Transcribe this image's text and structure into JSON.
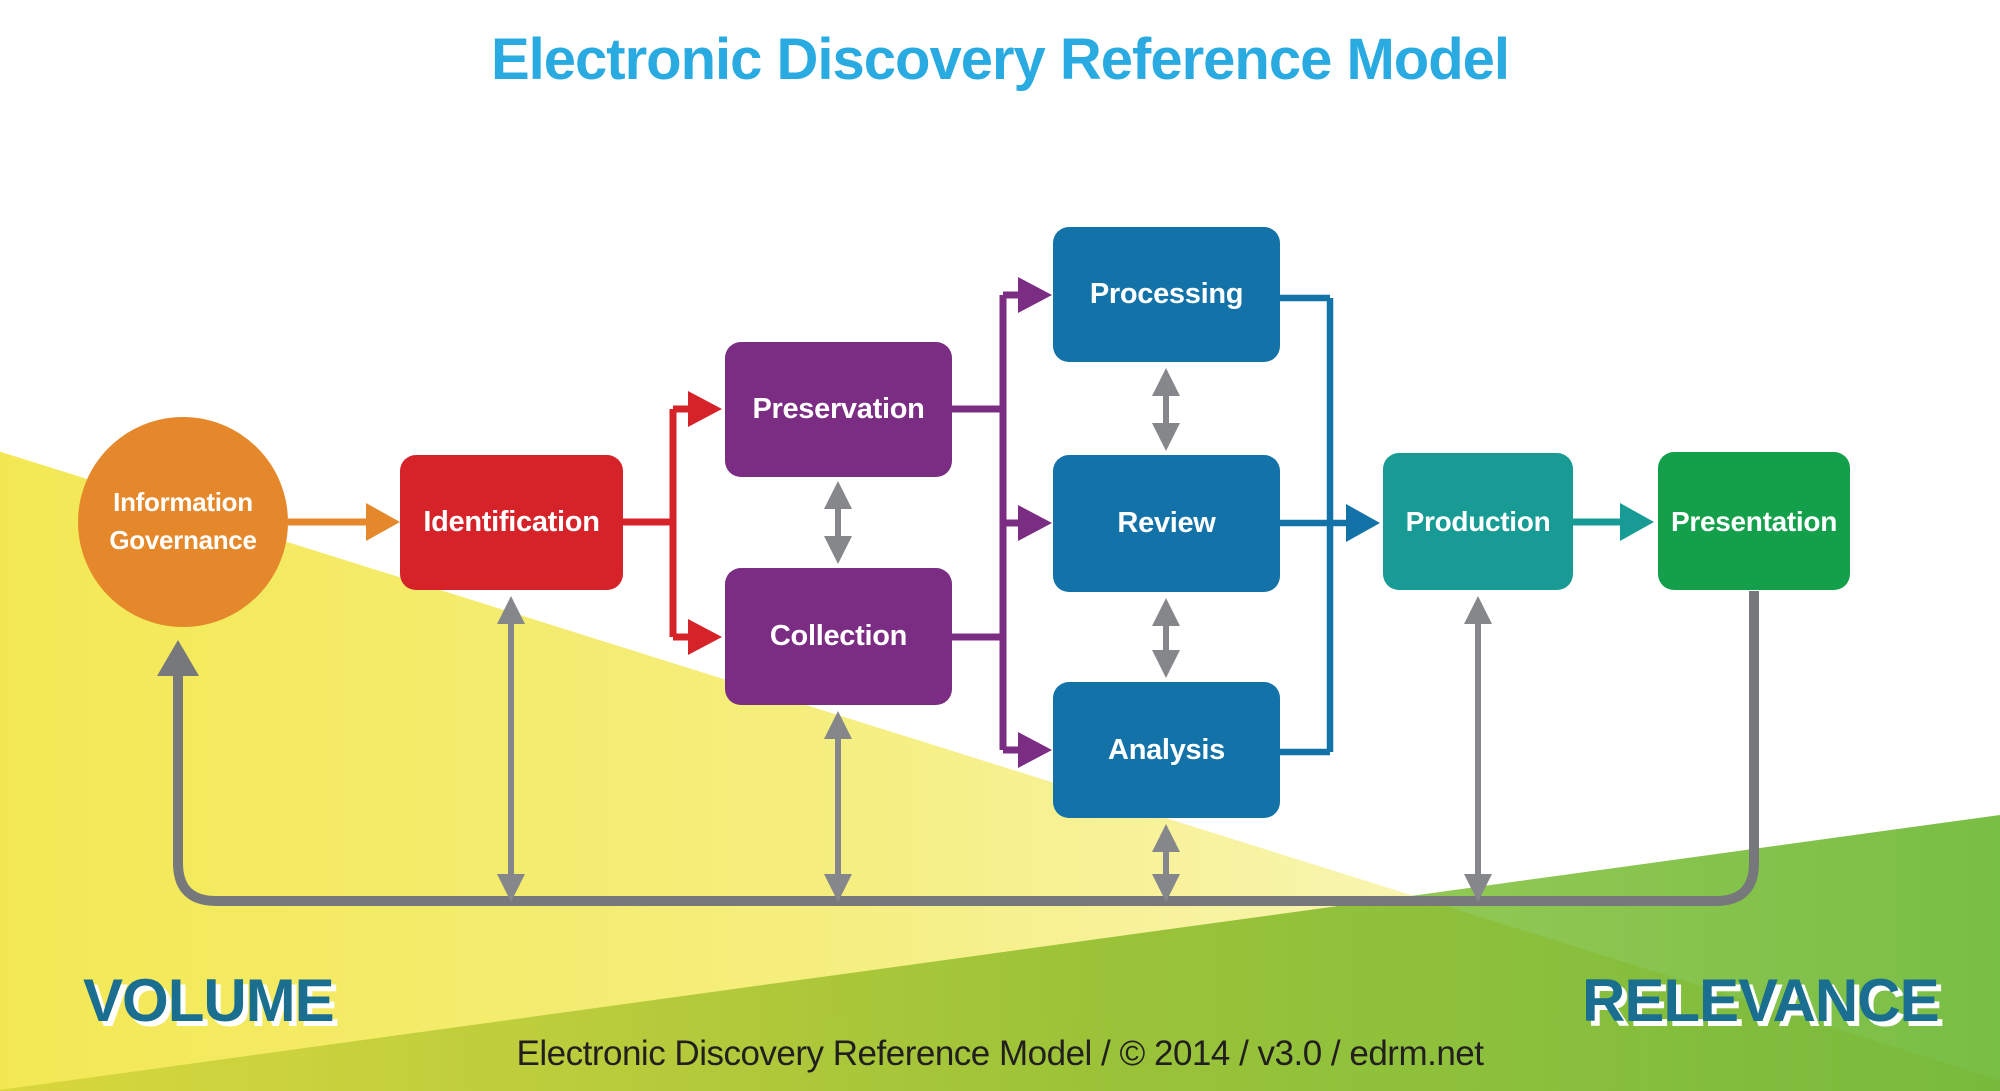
{
  "title": "Electronic Discovery Reference Model",
  "footer": "Electronic Discovery Reference Model / © 2014 / v3.0 / edrm.net",
  "axis": {
    "left_label": "VOLUME",
    "right_label": "RELEVANCE"
  },
  "nodes": {
    "information_governance": {
      "label": "Information Governance",
      "color": "#E5882B",
      "shape": "circle"
    },
    "identification": {
      "label": "Identification",
      "color": "#D6232A",
      "shape": "rounded-rect"
    },
    "preservation": {
      "label": "Preservation",
      "color": "#7B2C83",
      "shape": "rounded-rect"
    },
    "collection": {
      "label": "Collection",
      "color": "#7B2C83",
      "shape": "rounded-rect"
    },
    "processing": {
      "label": "Processing",
      "color": "#1373A9",
      "shape": "rounded-rect"
    },
    "review": {
      "label": "Review",
      "color": "#1373A9",
      "shape": "rounded-rect"
    },
    "analysis": {
      "label": "Analysis",
      "color": "#1373A9",
      "shape": "rounded-rect"
    },
    "production": {
      "label": "Production",
      "color": "#179B94",
      "shape": "rounded-rect"
    },
    "presentation": {
      "label": "Presentation",
      "color": "#14A04A",
      "shape": "rounded-rect"
    }
  },
  "edges": [
    {
      "from": "Information Governance",
      "to": "Identification",
      "color": "#E5882B",
      "style": "arrow"
    },
    {
      "from": "Identification",
      "to": "Preservation",
      "color": "#D6232A",
      "style": "arrow"
    },
    {
      "from": "Identification",
      "to": "Collection",
      "color": "#D6232A",
      "style": "arrow"
    },
    {
      "from": "Preservation",
      "to": "Processing / Review / Analysis",
      "color": "#7B2C83",
      "style": "arrow"
    },
    {
      "from": "Collection",
      "to": "Processing / Review / Analysis",
      "color": "#7B2C83",
      "style": "arrow"
    },
    {
      "from": "Preservation",
      "to": "Collection",
      "color": "#85878A",
      "style": "double-arrow"
    },
    {
      "from": "Processing",
      "to": "Review",
      "color": "#85878A",
      "style": "double-arrow"
    },
    {
      "from": "Review",
      "to": "Analysis",
      "color": "#85878A",
      "style": "double-arrow"
    },
    {
      "from": "Processing",
      "to": "Production bus",
      "color": "#1373A9",
      "style": "line"
    },
    {
      "from": "Analysis",
      "to": "Production bus",
      "color": "#1373A9",
      "style": "line"
    },
    {
      "from": "Review",
      "to": "Production",
      "color": "#1373A9",
      "style": "arrow"
    },
    {
      "from": "Production",
      "to": "Presentation",
      "color": "#179B94",
      "style": "arrow"
    },
    {
      "from": "Presentation",
      "to": "Information Governance",
      "color": "#76787B",
      "style": "feedback-loop"
    },
    {
      "from": "Identification",
      "to": "feedback loop",
      "color": "#85878A",
      "style": "double-arrow"
    },
    {
      "from": "Collection",
      "to": "feedback loop",
      "color": "#85878A",
      "style": "double-arrow"
    },
    {
      "from": "Analysis",
      "to": "feedback loop",
      "color": "#85878A",
      "style": "double-arrow"
    },
    {
      "from": "Production",
      "to": "feedback loop",
      "color": "#85878A",
      "style": "double-arrow"
    }
  ],
  "colors": {
    "title": "#29ABE2",
    "axis_labels": "#1A6E90",
    "gray_connectors": "#808285",
    "volume_wedge_yellow": "#F3E854",
    "relevance_wedge_green": "#79BE45",
    "footer_text": "#221F1F",
    "background": "#FFFFFF"
  }
}
